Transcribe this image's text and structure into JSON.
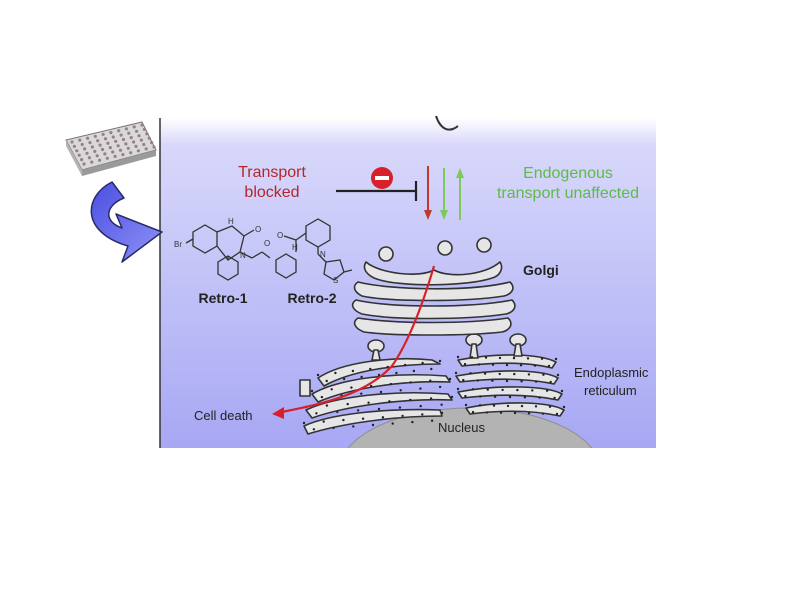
{
  "labels": {
    "transport_blocked_line1": "Transport",
    "transport_blocked_line2": "blocked",
    "endogenous_line1": "Endogenous",
    "endogenous_line2": "transport unaffected",
    "golgi": "Golgi",
    "er_line1": "Endoplasmic",
    "er_line2": "reticulum",
    "nucleus": "Nucleus",
    "cell_death": "Cell death",
    "compound1": "Retro-1",
    "compound2": "Retro-2",
    "bromine": "Br",
    "nh": "H",
    "n": "N",
    "o": "O",
    "s": "S"
  },
  "colors": {
    "panel_top": "#ffffff",
    "panel_bottom": "#aaaaf5",
    "blocked_text": "#b2272b",
    "unaffected_text": "#5dbb46",
    "inhibit_red": "#d72029",
    "organelle_fill": "#e6e6e6",
    "nucleus_fill": "#b3b3b3",
    "arrow_blue": "#6b6ff2"
  },
  "icons": {
    "plate": "microtiter-plate-icon",
    "inhibit": "minus-circle-icon"
  }
}
